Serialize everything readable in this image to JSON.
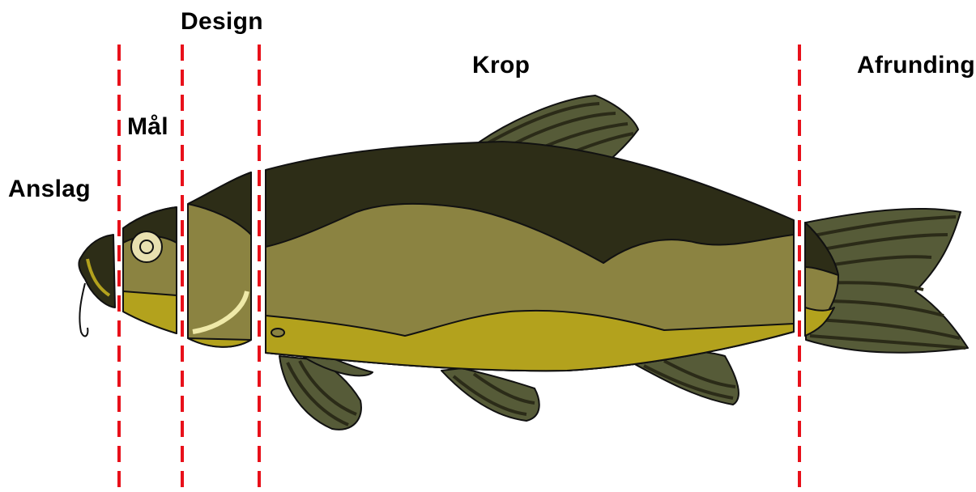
{
  "sections": {
    "anslag": "Anslag",
    "maal": "Mål",
    "design": "Design",
    "krop": "Krop",
    "afrunding": "Afrunding"
  },
  "colors": {
    "divider": "#e8101a",
    "dark": "#2d2d17",
    "body_mid": "#8b8341",
    "belly": "#b3a21d",
    "fin": "#565b38",
    "fin_stripe": "#2b2b18",
    "eye": "#e8e0b0",
    "gill_stripe": "#efe9a8",
    "outline": "#111111"
  },
  "icons": [
    "fish-illustration"
  ]
}
